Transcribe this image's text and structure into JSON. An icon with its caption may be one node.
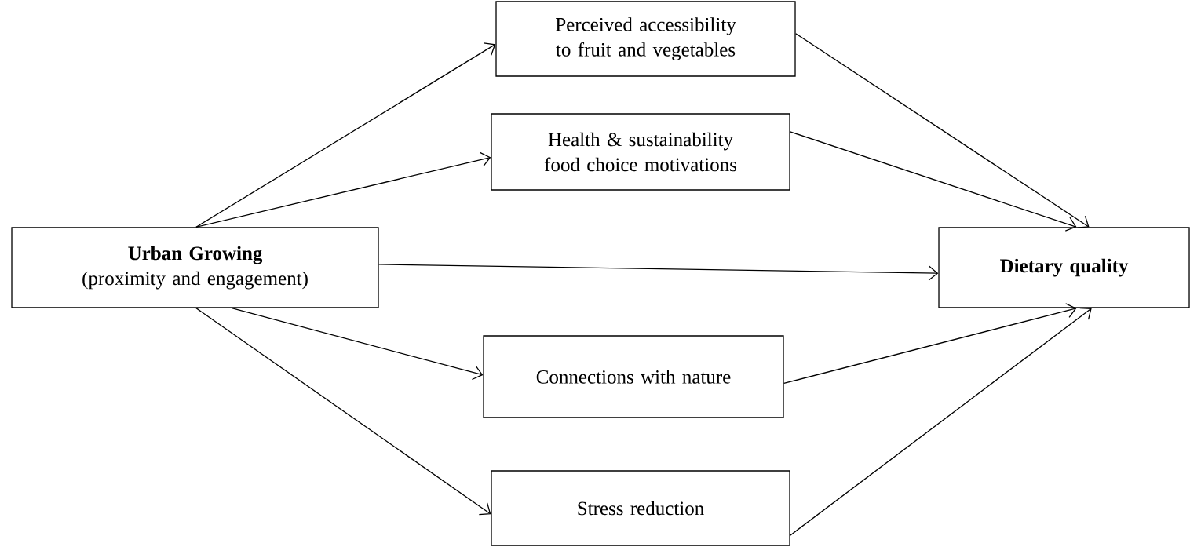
{
  "diagram": {
    "nodes": [
      {
        "text": [
          "Urban Growing",
          "(proximity and engagement)"
        ]
      },
      {
        "text": [
          "Perceived accessibility to fruit and vegetables"
        ]
      },
      {
        "text": [
          "Health & sustainability food choice motivations"
        ]
      },
      {
        "text": [
          "Dietary quality"
        ]
      },
      {
        "text": [
          "Connections with nature"
        ]
      },
      {
        "text": [
          "Stress reduction"
        ]
      }
    ],
    "edges": [
      {
        "from": 0,
        "to": 1,
        "arrow": "to"
      },
      {
        "from": 0,
        "to": 2,
        "arrow": "to"
      },
      {
        "from": 1,
        "to": 3,
        "arrow": "to"
      },
      {
        "from": 2,
        "to": 3,
        "arrow": "to"
      },
      {
        "from": 0,
        "to": 3,
        "arrow": "to"
      },
      {
        "from": 0,
        "to": 4,
        "arrow": "to"
      },
      {
        "from": 0,
        "to": 5,
        "arrow": "to"
      },
      {
        "from": 4,
        "to": 3,
        "arrow": "to"
      },
      {
        "from": 5,
        "to": 3,
        "arrow": "to"
      }
    ]
  }
}
